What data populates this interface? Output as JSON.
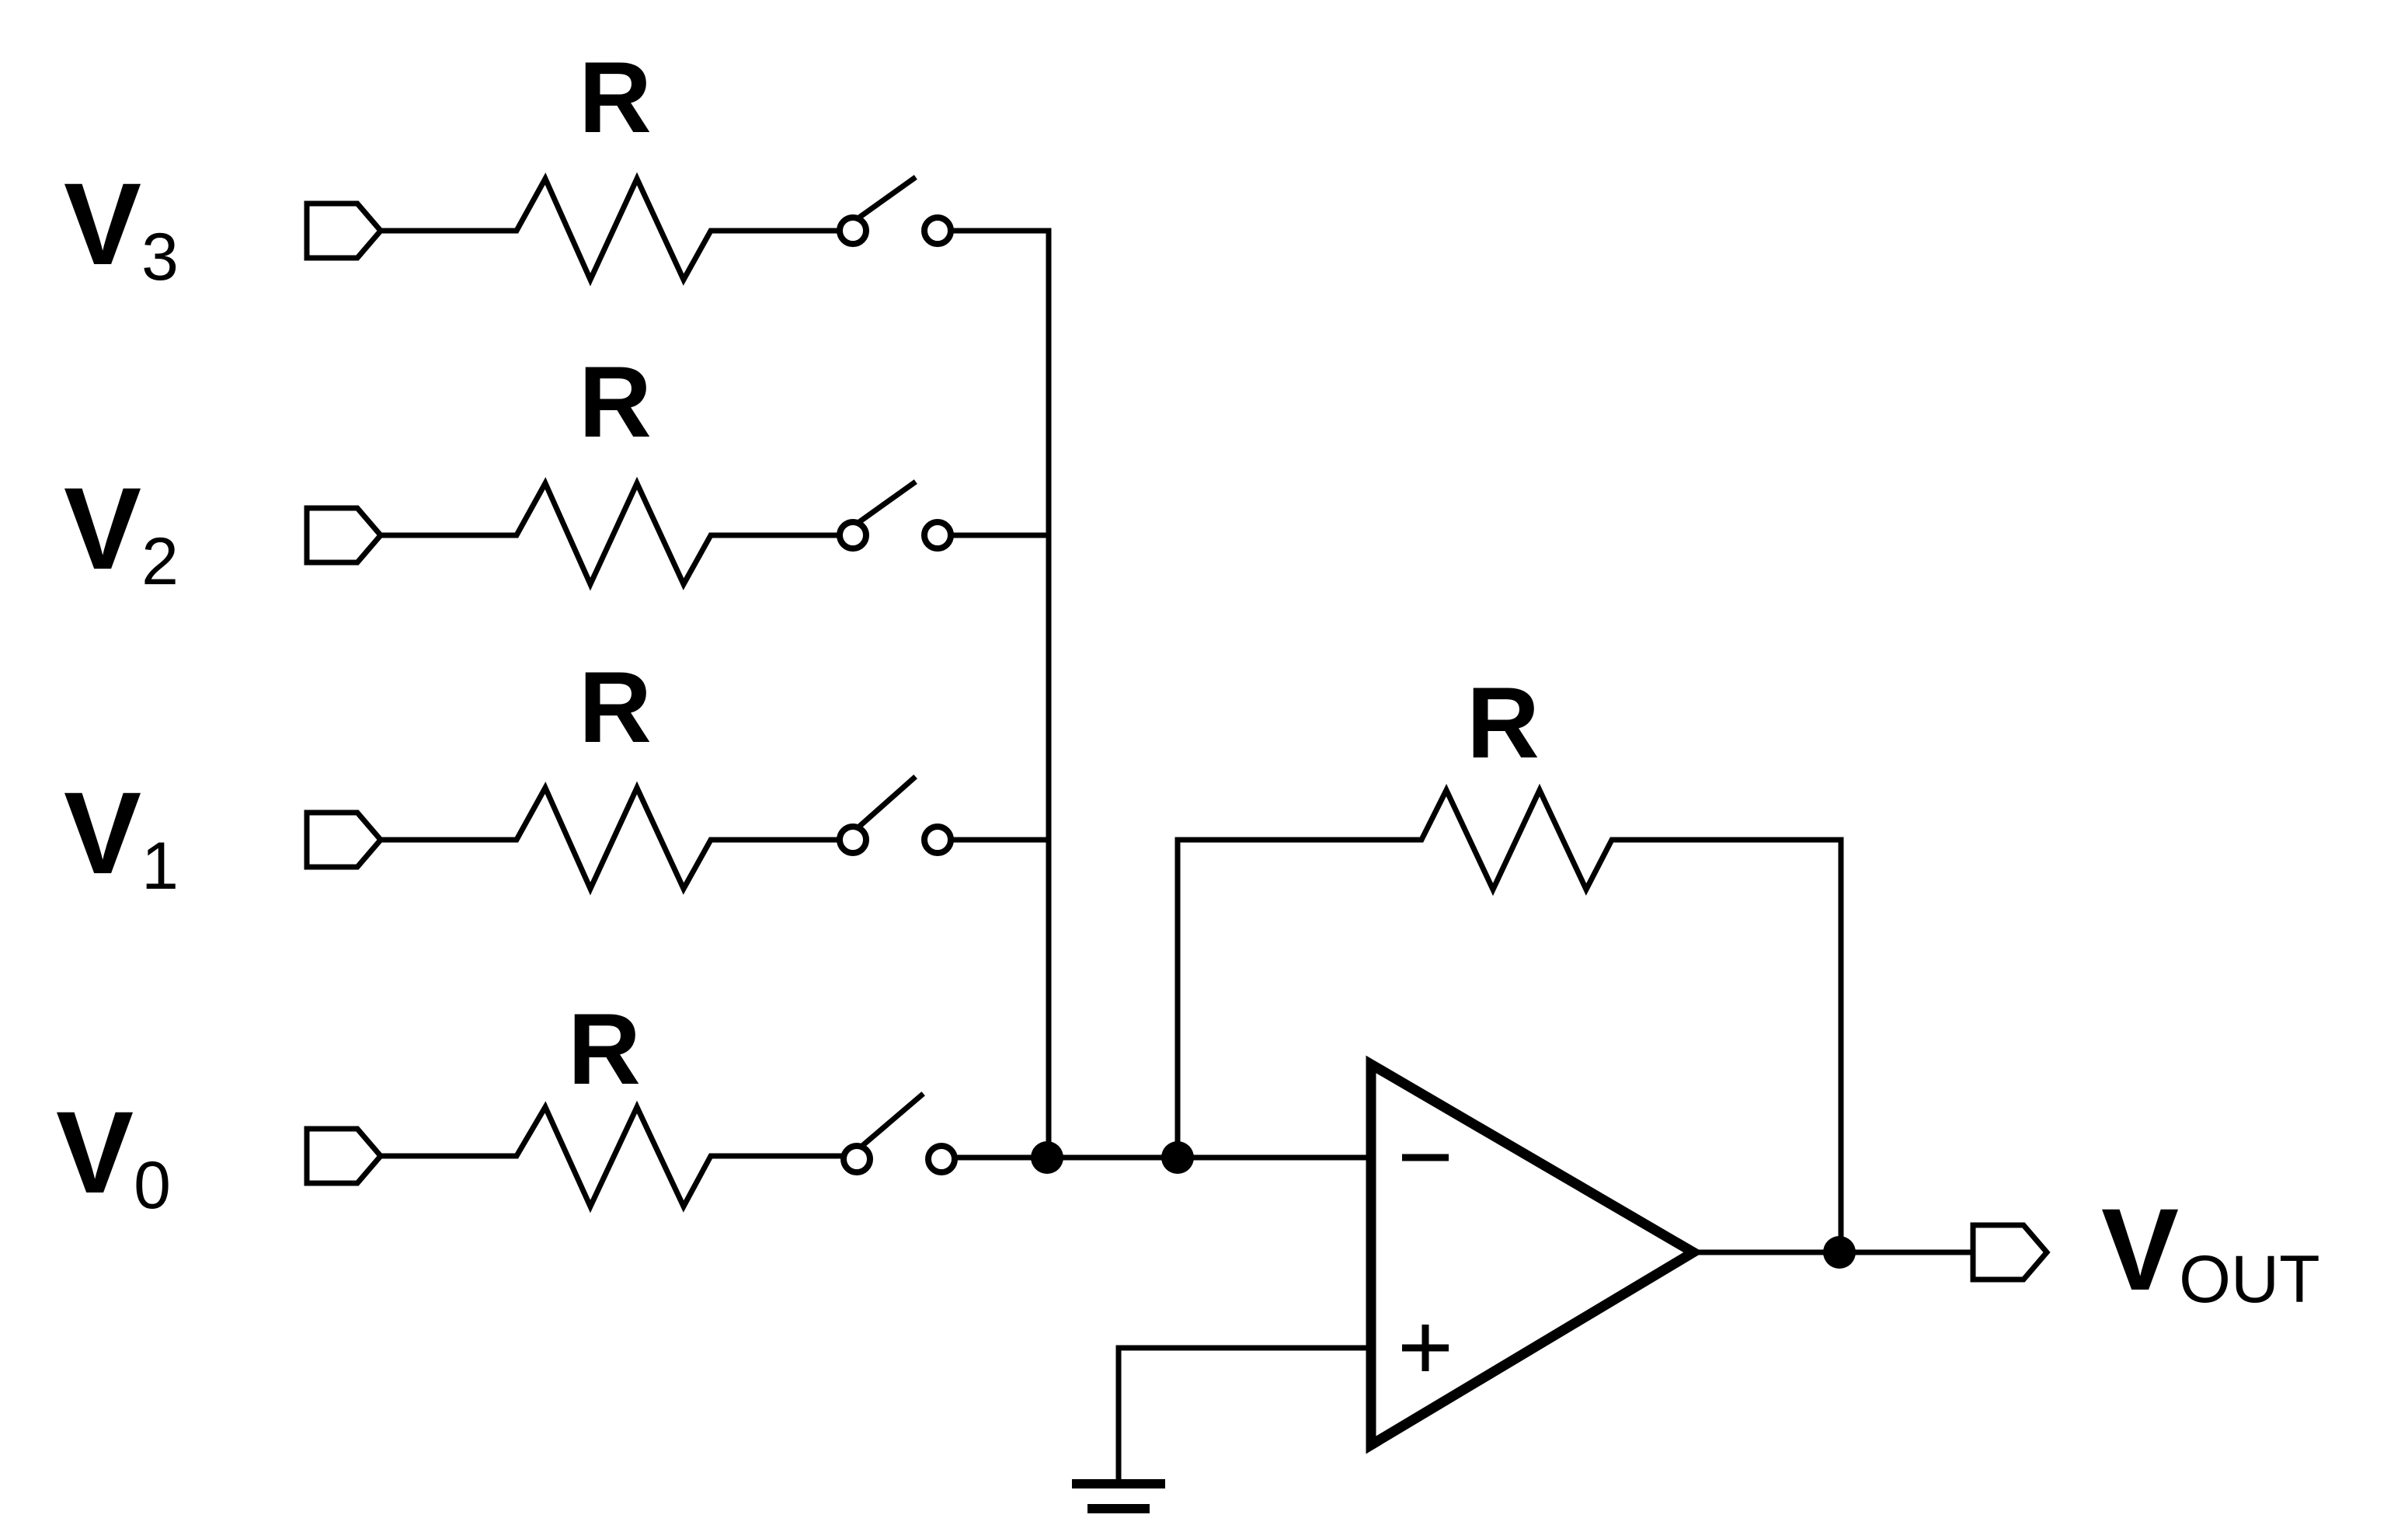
{
  "inputs": [
    {
      "main": "V",
      "sub": "3",
      "resistor_label": "R"
    },
    {
      "main": "V",
      "sub": "2",
      "resistor_label": "R"
    },
    {
      "main": "V",
      "sub": "1",
      "resistor_label": "R"
    },
    {
      "main": "V",
      "sub": "0",
      "resistor_label": "R"
    }
  ],
  "feedback": {
    "resistor_label": "R"
  },
  "output": {
    "main": "V",
    "sub": "OUT"
  },
  "opamp": {
    "inverting_symbol": "−",
    "noninverting_symbol": "+"
  }
}
